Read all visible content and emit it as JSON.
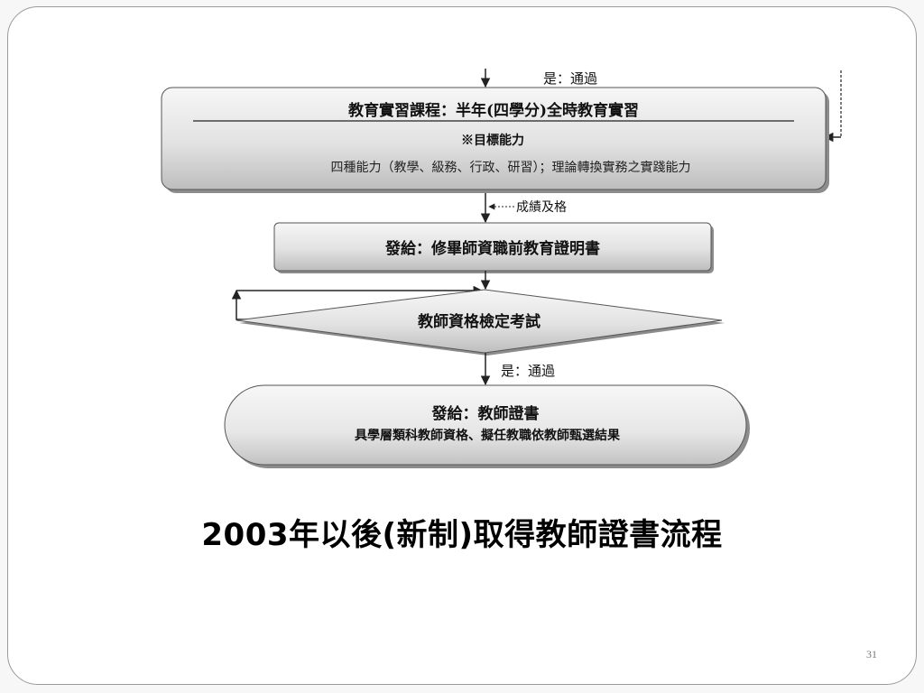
{
  "diagram": {
    "course_box": {
      "title": "教育實習課程：半年(四學分)全時教育實習",
      "subtitle": "※目標能力",
      "detail": "四種能力（教學、級務、行政、研習）；理論轉換實務之實踐能力"
    },
    "pass_label_top": "是：通過",
    "grade_label": "成績及格",
    "certificate_box": "發給：修畢師資職前教育證明書",
    "exam_diamond": "教師資格檢定考試",
    "pass_label_bottom": "是：通過",
    "final_oval": {
      "title": "發給：教師證書",
      "subtitle": "具學層類科教師資格、擬任教職依教師甄選結果"
    }
  },
  "caption": "2003年以後(新制)取得教師證書流程",
  "page_number": "31",
  "colors": {
    "box_fill_top": "#f4f4f4",
    "box_fill_bottom": "#c4c4c4",
    "border": "#333333",
    "slide_border": "#9a9a9a"
  }
}
